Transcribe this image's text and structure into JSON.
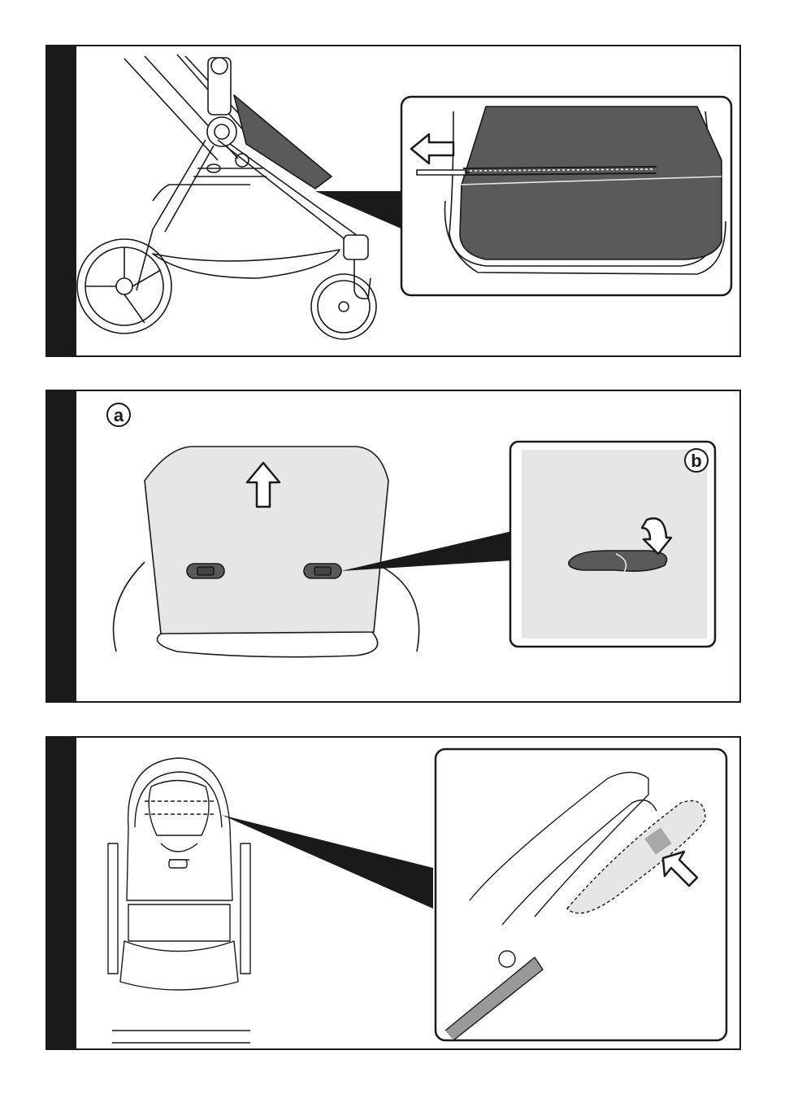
{
  "steps": [
    {
      "id": "step-1",
      "callout_labels": []
    },
    {
      "id": "step-2",
      "callout_labels": [
        "a",
        "b"
      ]
    },
    {
      "id": "step-3",
      "callout_labels": []
    }
  ],
  "labels": {
    "a": "a",
    "b": "b"
  },
  "colors": {
    "ink": "#1a1a1a",
    "fabric_dark": "#5a5a5a",
    "fabric_light": "#e6e6e6",
    "highlight": "#a8a8a8"
  },
  "icons": [
    "arrow-left-icon",
    "arrow-up-icon",
    "curved-arrow-down-icon",
    "arrow-up-left-icon"
  ]
}
